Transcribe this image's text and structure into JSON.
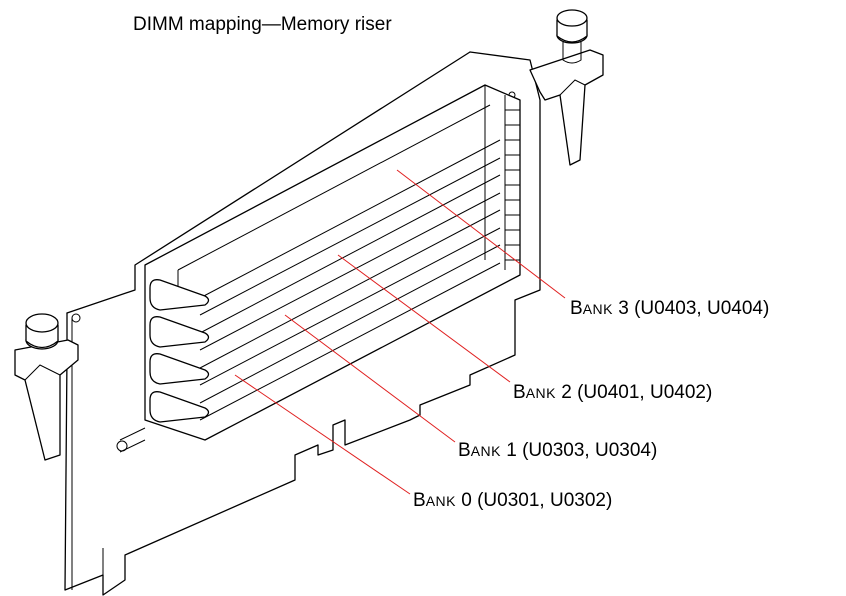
{
  "figure": {
    "title": "DIMM mapping—Memory riser"
  },
  "callouts": [
    {
      "prefix": "B",
      "smallcaps": "ANK",
      "label": " 3 (U0403, U0404)"
    },
    {
      "prefix": "B",
      "smallcaps": "ANK",
      "label": " 2 (U0401, U0402)"
    },
    {
      "prefix": "B",
      "smallcaps": "ANK",
      "label": " 1 (U0303, U0304)"
    },
    {
      "prefix": "B",
      "smallcaps": "ANK",
      "label": " 0 (U0301, U0302)"
    }
  ],
  "colors": {
    "leader_line": "#e02020",
    "line_art": "#000000"
  }
}
